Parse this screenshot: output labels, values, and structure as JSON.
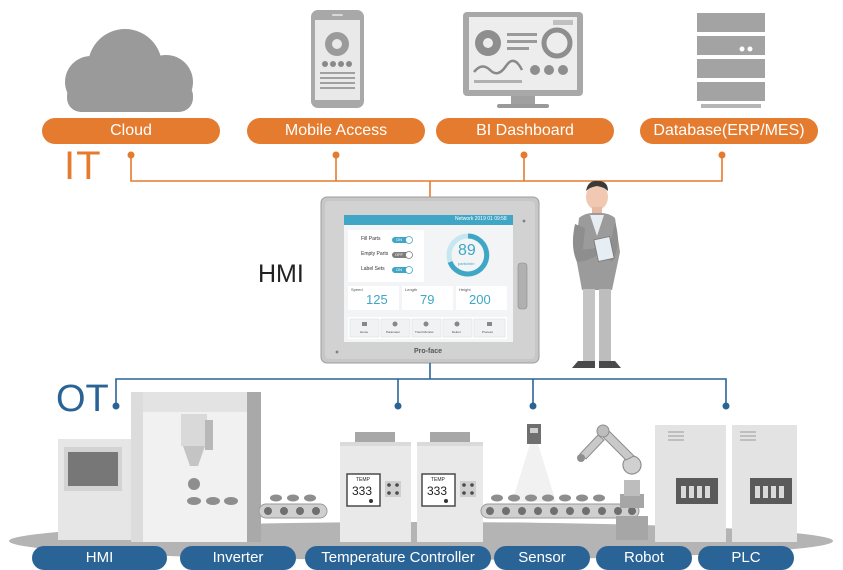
{
  "it_section": {
    "label": "IT",
    "items": [
      {
        "label": "Cloud",
        "icon": "cloud-icon"
      },
      {
        "label": "Mobile Access",
        "icon": "mobile-phone-icon"
      },
      {
        "label": "BI Dashboard",
        "icon": "monitor-dashboard-icon"
      },
      {
        "label": "Database(ERP/MES)",
        "icon": "database-server-icon"
      }
    ],
    "color": "#e47b2e"
  },
  "hmi_center": {
    "label": "HMI",
    "brand": "Pro-face",
    "screen": {
      "header_time": "Network 2019 01  09:58",
      "toggles": [
        {
          "label": "Fill Parts",
          "state": "ON"
        },
        {
          "label": "Empty Parts",
          "state": "OFF"
        },
        {
          "label": "Label Sets",
          "state": "ON"
        }
      ],
      "gauge_value": "89",
      "gauge_unit": "parts/min",
      "stats": [
        {
          "label": "Speed",
          "value": "125"
        },
        {
          "label": "Length",
          "value": "79"
        },
        {
          "label": "Height",
          "value": "200"
        }
      ],
      "buttons": [
        "Home",
        "Parameter",
        "Trend Monitor",
        "Defect",
        "Process"
      ]
    }
  },
  "ot_section": {
    "label": "OT",
    "items": [
      {
        "label": "HMI"
      },
      {
        "label": "Inverter"
      },
      {
        "label": "Temperature Controller"
      },
      {
        "label": "Sensor"
      },
      {
        "label": "Robot"
      },
      {
        "label": "PLC"
      }
    ],
    "temp_display": {
      "label": "TEMP",
      "value": "333"
    },
    "color": "#2a6496"
  }
}
